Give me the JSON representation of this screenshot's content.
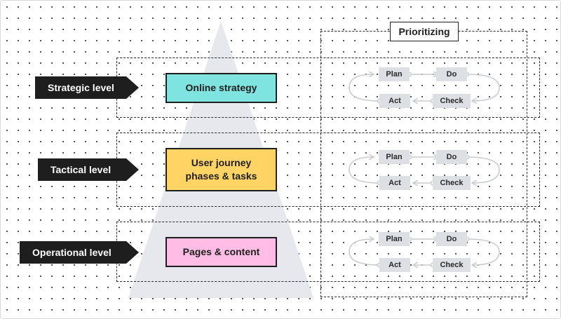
{
  "levels": [
    {
      "label": "Strategic level",
      "content": "Online strategy",
      "color": "#7fe3df"
    },
    {
      "label": "Tactical level",
      "content": "User journey\nphases & tasks",
      "color": "#ffd465"
    },
    {
      "label": "Operational level",
      "content": "Pages & content",
      "color": "#ffbde6"
    }
  ],
  "prioritizing": {
    "label": "Prioritizing"
  },
  "pdca": {
    "plan": "Plan",
    "do": "Do",
    "check": "Check",
    "act": "Act"
  },
  "colors": {
    "pyramid": "#e7e8ee",
    "label_bg": "#1e1e1e",
    "node_bg": "#dcdfe3",
    "cycle_line": "#c9ccd1"
  }
}
